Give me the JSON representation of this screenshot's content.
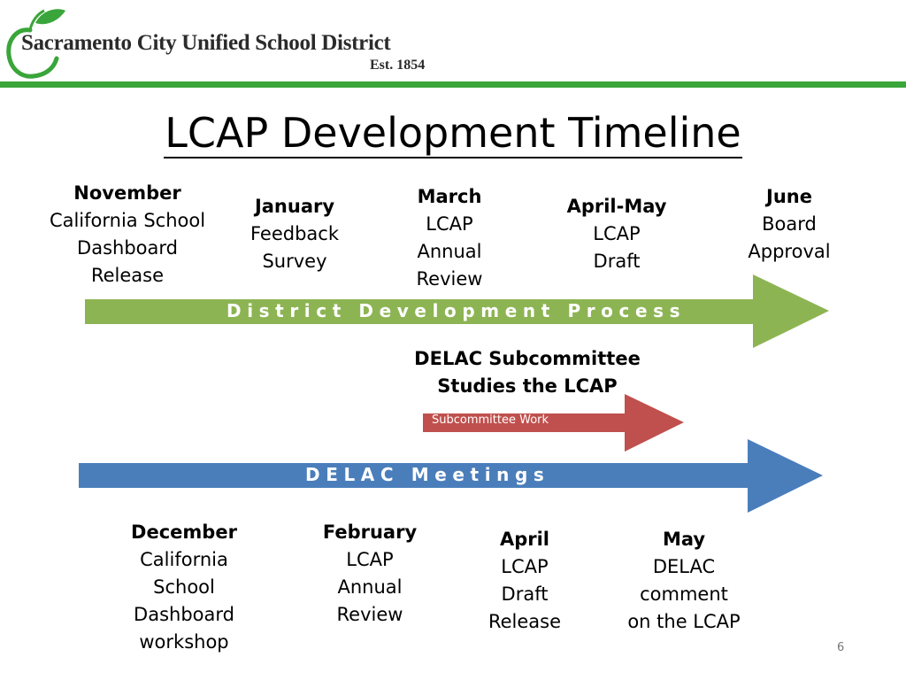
{
  "header": {
    "logo_name": "Sacramento City Unified School District",
    "logo_est": "Est. 1854",
    "bar_color": "#3aa53a"
  },
  "title": "LCAP Development Timeline",
  "top_milestones": [
    {
      "heading": "November",
      "body": "California School\nDashboard\nRelease"
    },
    {
      "heading": "January",
      "body": "Feedback\nSurvey"
    },
    {
      "heading": "March",
      "body": "LCAP\nAnnual\nReview"
    },
    {
      "heading": "April-May",
      "body": "LCAP\nDraft"
    },
    {
      "heading": "June",
      "body": "Board\nApproval"
    }
  ],
  "arrows": {
    "district": {
      "label": "District Development Process",
      "color": "#8db453"
    },
    "subcommittee": {
      "label": "Subcommittee Work",
      "color": "#c0504d"
    },
    "delac": {
      "label": "DELAC Meetings",
      "color": "#4a7ebb"
    }
  },
  "delac_subcommittee_heading": "DELAC Subcommittee\nStudies the LCAP",
  "bottom_milestones": [
    {
      "heading": "December",
      "body": "California\nSchool\nDashboard\nworkshop"
    },
    {
      "heading": "February",
      "body": "LCAP\nAnnual\nReview"
    },
    {
      "heading": "April",
      "body": "LCAP\nDraft\nRelease"
    },
    {
      "heading": "May",
      "body": "DELAC\ncomment\non the LCAP"
    }
  ],
  "page_number": "6"
}
